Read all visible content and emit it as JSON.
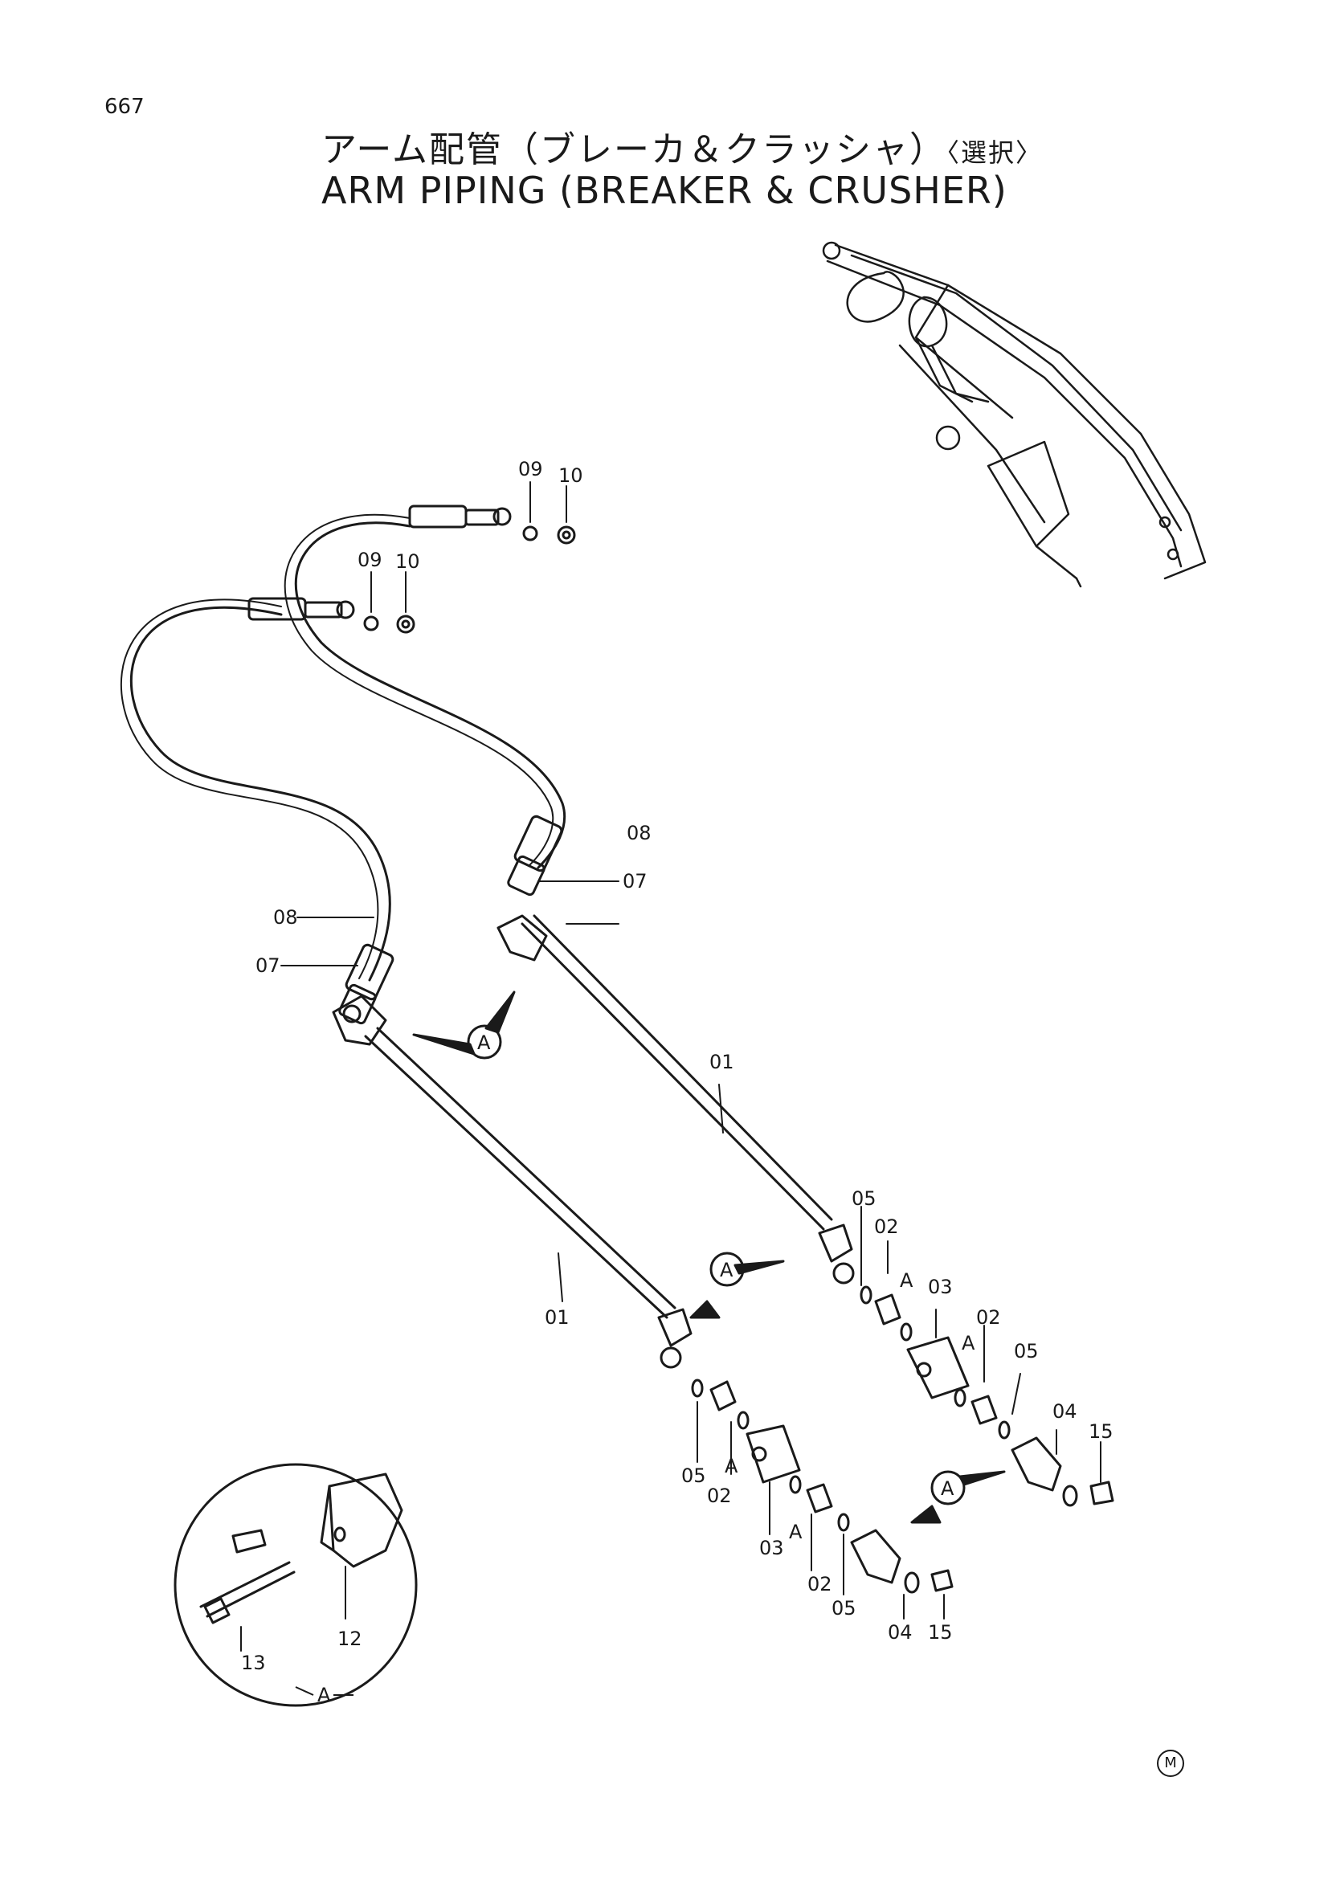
{
  "page_number": "667",
  "title_jp": "アーム配管（ブレーカ＆クラッシャ）",
  "title_jp_option": "〈選択〉",
  "title_en": "ARM PIPING (BREAKER & CRUSHER)",
  "detail_label": "A",
  "corner_mark": "M",
  "callouts": {
    "c01a": "01",
    "c01b": "01",
    "c02a": "02",
    "c02b": "02",
    "c02c": "02",
    "c02d": "02",
    "c03a": "03",
    "c03b": "03",
    "c04a": "04",
    "c04b": "04",
    "c05a": "05",
    "c05b": "05",
    "c05c": "05",
    "c05d": "05",
    "c07a": "07",
    "c07b": "07",
    "c08a": "08",
    "c08b": "08",
    "c09a": "09",
    "c09b": "09",
    "c10a": "10",
    "c10b": "10",
    "c12": "12",
    "c13": "13",
    "c15a": "15",
    "c15b": "15",
    "a1": "A",
    "a2": "A",
    "a3": "A",
    "a4": "A",
    "a5": "A",
    "a6": "A",
    "a7": "A"
  }
}
